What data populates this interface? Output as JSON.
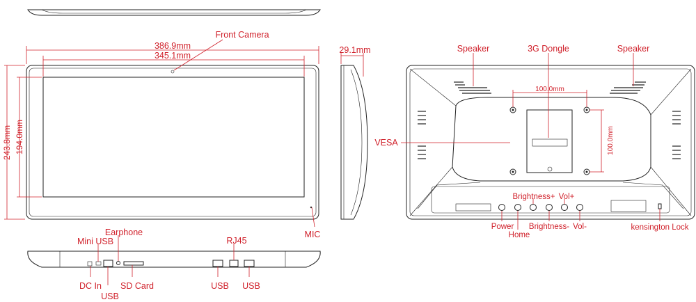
{
  "dimensions": {
    "outer_width": "386.9mm",
    "screen_width": "345.1mm",
    "outer_height": "243.8mm",
    "screen_height": "194.0mm",
    "depth": "29.1mm",
    "vesa_horizontal": "100.0mm",
    "vesa_vertical": "100.0mm"
  },
  "front_labels": {
    "front_camera": "Front Camera",
    "mic": "MIC"
  },
  "back_labels": {
    "speaker_left": "Speaker",
    "dongle": "3G Dongle",
    "speaker_right": "Speaker",
    "vesa": "VESA",
    "power": "Power",
    "home": "Home",
    "brightness_plus": "Brightness+",
    "brightness_minus": "Brightness-",
    "vol_plus": "Vol+",
    "vol_minus": "Vol-",
    "kensington": "kensington Lock"
  },
  "bottom_labels": {
    "earphone": "Earphone",
    "mini_usb": "Mini USB",
    "rj45": "RJ45",
    "dc_in": "DC In",
    "usb_1": "USB",
    "sd_card": "SD Card",
    "usb_2": "USB",
    "usb_3": "USB"
  }
}
